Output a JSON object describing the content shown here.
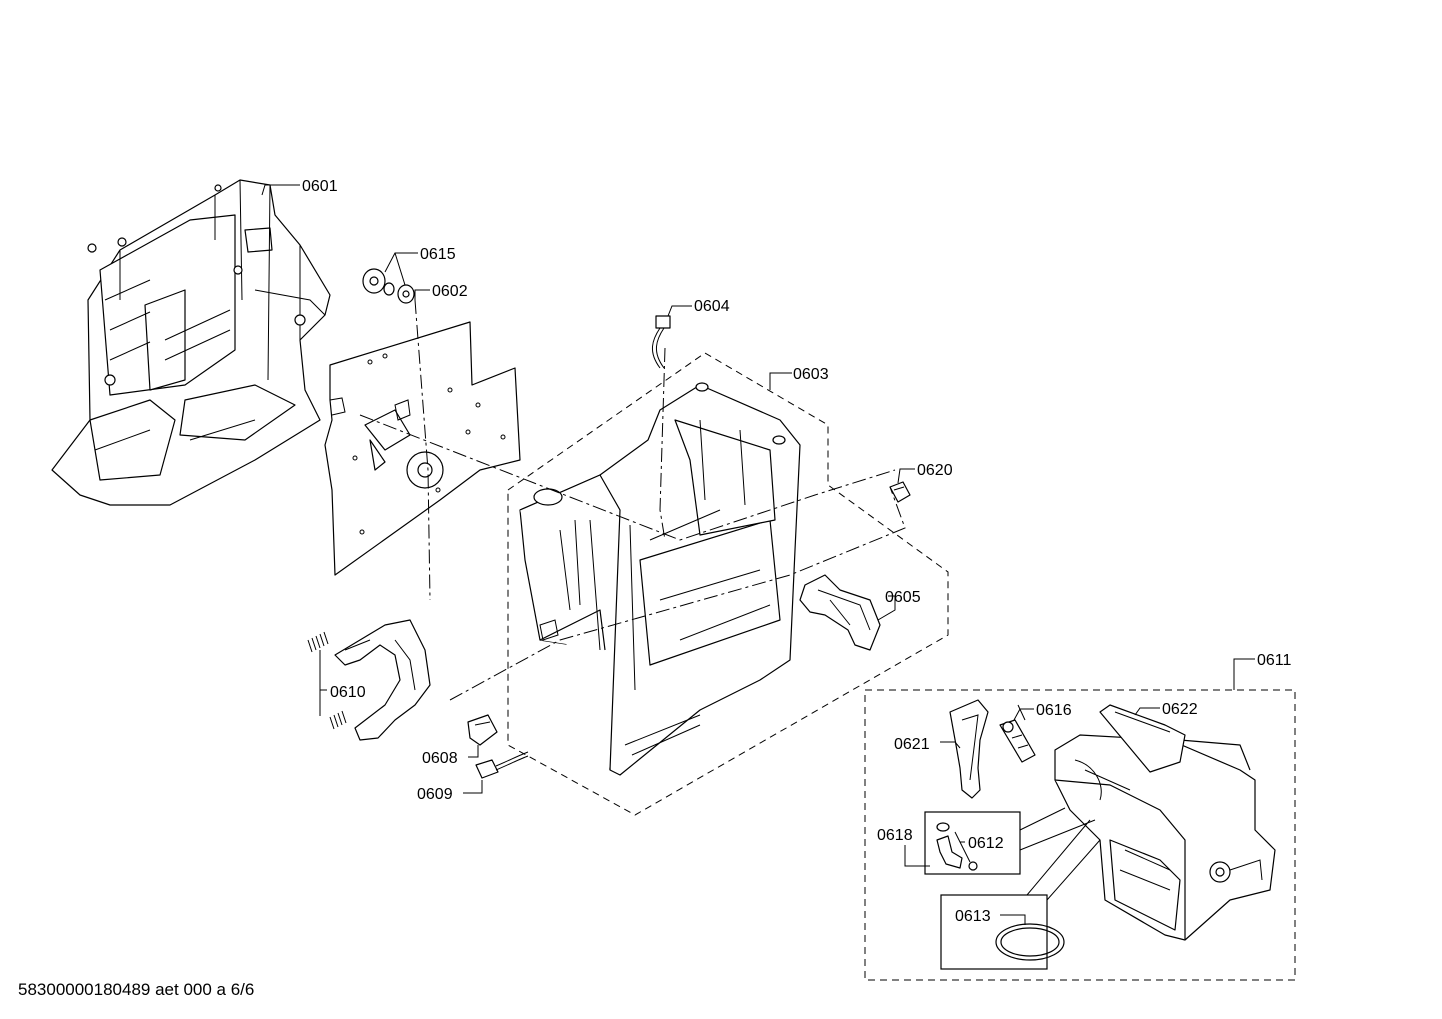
{
  "labels": {
    "p0601": "0601",
    "p0602": "0602",
    "p0603": "0603",
    "p0604": "0604",
    "p0605": "0605",
    "p0608": "0608",
    "p0609": "0609",
    "p0610": "0610",
    "p0611": "0611",
    "p0612": "0612",
    "p0613": "0613",
    "p0615": "0615",
    "p0616": "0616",
    "p0618": "0618",
    "p0620": "0620",
    "p0621": "0621",
    "p0622": "0622"
  },
  "footer": "58300000180489 aet 000 a 6/6"
}
